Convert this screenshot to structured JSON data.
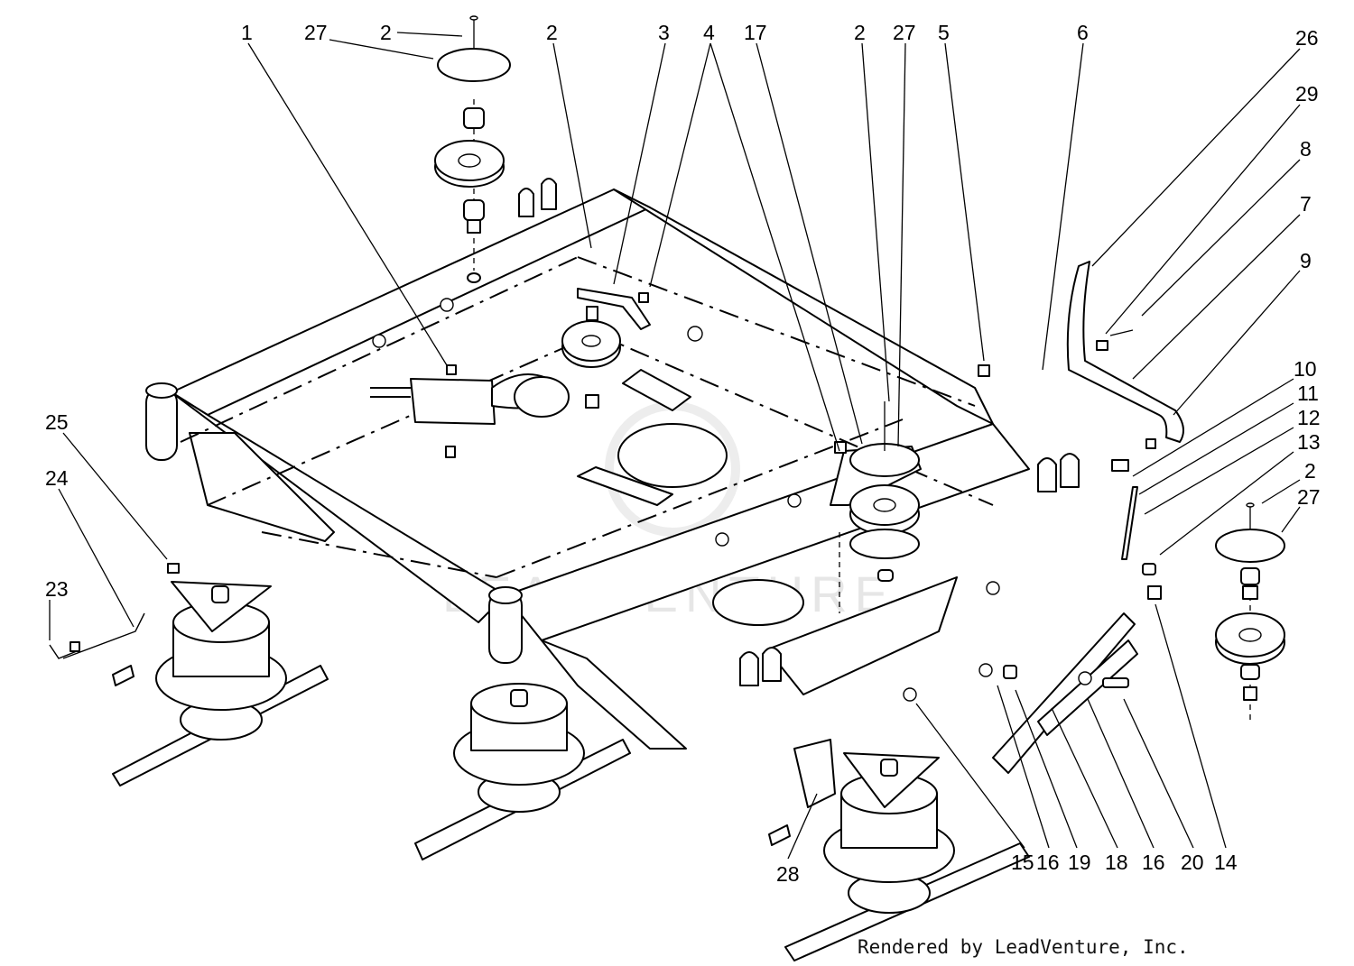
{
  "callouts": {
    "c1": "1",
    "c27a": "27",
    "c2a": "2",
    "c2b": "2",
    "c3": "3",
    "c4": "4",
    "c17": "17",
    "c2c": "2",
    "c27b": "27",
    "c5": "5",
    "c6": "6",
    "c26": "26",
    "c29": "29",
    "c8": "8",
    "c7": "7",
    "c9": "9",
    "c10": "10",
    "c11": "11",
    "c12": "12",
    "c13": "13",
    "c2d": "2",
    "c27c": "27",
    "c25": "25",
    "c24": "24",
    "c23": "23",
    "c28": "28",
    "c15": "15",
    "c16a": "16",
    "c19": "19",
    "c18": "18",
    "c16b": "16",
    "c20": "20",
    "c14": "14"
  },
  "watermark": {
    "text": "LEADVENTURE"
  },
  "credit": {
    "text": "Rendered by LeadVenture, Inc."
  }
}
